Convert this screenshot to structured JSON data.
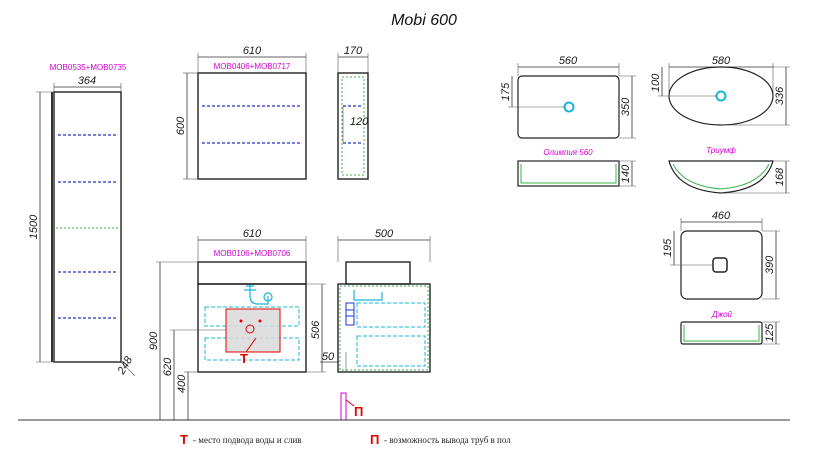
{
  "title": "Mobi 600",
  "tall_cabinet": {
    "codes": "MOB0535+MOB0735",
    "width": "364",
    "height": "1500",
    "depth": "248"
  },
  "mirror_cabinet": {
    "codes": "MOB0406+MOB0717",
    "width": "610",
    "height": "600",
    "depth": "170",
    "inner": "120"
  },
  "base_cabinet": {
    "codes": "MOB0106+MOB0706",
    "width": "610",
    "h900": "900",
    "h620": "620",
    "h400": "400",
    "h506": "506",
    "depth": "500",
    "side_50": "50"
  },
  "basins": [
    {
      "name": "Олимпия 560",
      "width": "560",
      "depth": "350",
      "offset": "175",
      "height": "140"
    },
    {
      "name": "Триумф",
      "width": "580",
      "depth": "336",
      "offset": "100",
      "height": "168"
    },
    {
      "name": "Джой",
      "width": "460",
      "depth": "390",
      "offset": "195",
      "height": "125"
    }
  ],
  "legend": {
    "t_mark": "Т",
    "t_text": "- место подвода воды и слив",
    "p_mark": "П",
    "p_text": "- возможность вывода труб в пол"
  },
  "colors": {
    "accent_red": "#e60000",
    "code_magenta": "#d400d4",
    "shelf_blue": "#2233cc",
    "pipe_cyan": "#19b5d8",
    "basin_green": "#39b54a"
  }
}
